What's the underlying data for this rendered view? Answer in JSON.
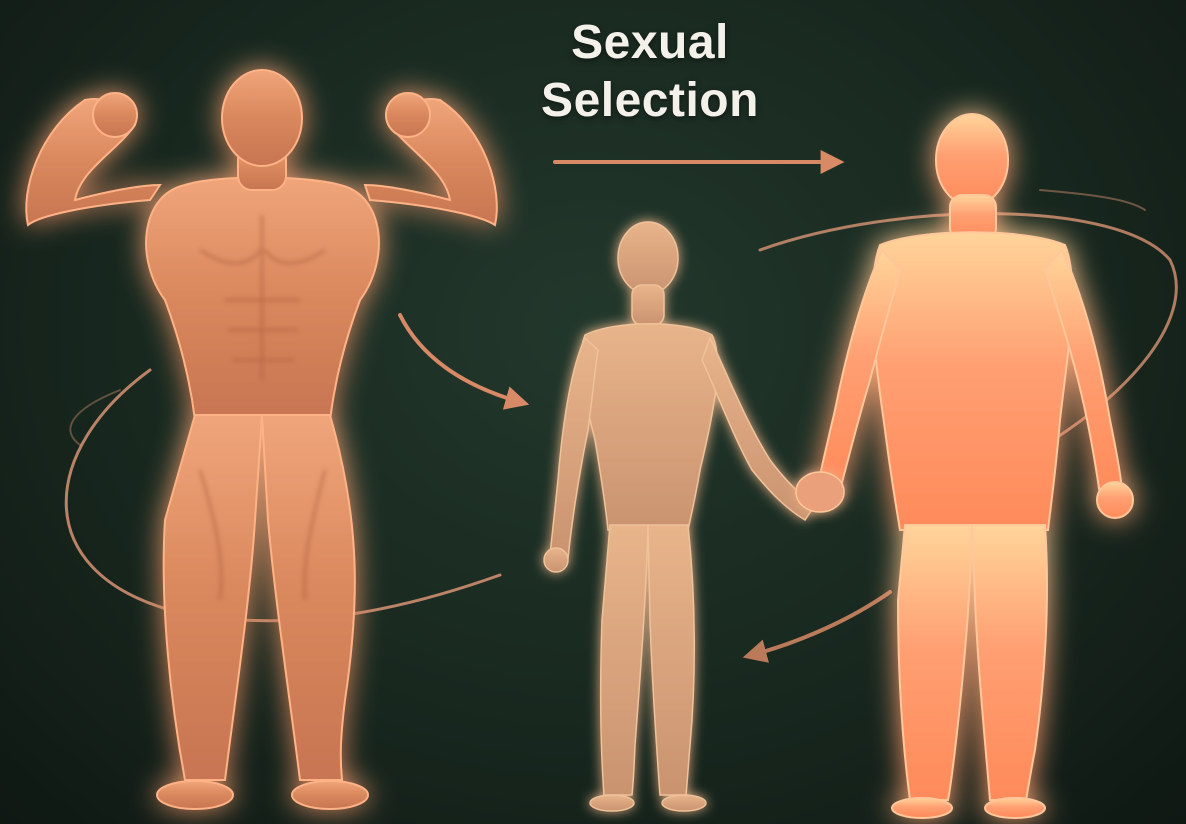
{
  "title": {
    "line1": "Sexual",
    "line2": "Selection"
  },
  "colors": {
    "background": "#18281f",
    "figure_muscular": "#d98a5e",
    "figure_average": "#d9a47c",
    "figure_glowing": "#ff9a6a",
    "glow": "#ff7a45",
    "arrow": "#d88a66",
    "title_text": "#f4f1ea"
  },
  "figures": [
    {
      "name": "muscular-figure",
      "pose": "flexing"
    },
    {
      "name": "average-figure",
      "pose": "standing"
    },
    {
      "name": "glowing-figure",
      "pose": "standing"
    }
  ],
  "arrows": [
    {
      "name": "top-arrow",
      "direction": "right"
    },
    {
      "name": "diagonal-arrow",
      "direction": "down-right"
    },
    {
      "name": "lower-arrow",
      "direction": "left"
    }
  ],
  "interaction": "average-figure holds hands with glowing-figure"
}
